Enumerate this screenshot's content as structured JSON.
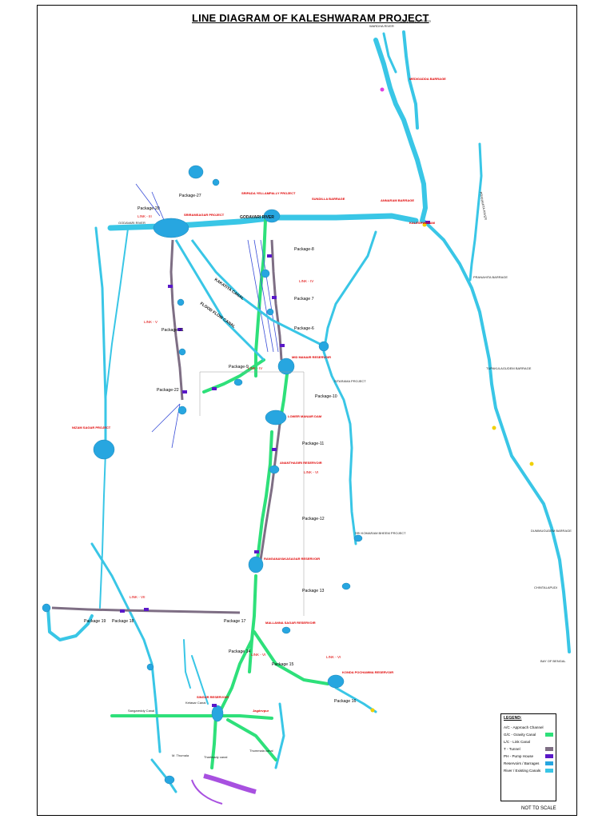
{
  "title": "LINE DIAGRAM OF KALESHWARAM PROJECT",
  "note": "NOT TO SCALE",
  "colors": {
    "river": "#39c6e6",
    "gravity_canal": "#2ee07a",
    "tunnel": "#7e6e84",
    "pump_house": "#5a18c8",
    "reservoir": "#27a6e0",
    "link_label": "#e00000"
  },
  "rivers": [
    {
      "label": "GODAVARI RIVER"
    },
    {
      "label": "WARDHA RIVER"
    },
    {
      "label": "WAIN GANGA RIVER"
    },
    {
      "label": "PRANAHITA RIVER"
    }
  ],
  "canals": [
    {
      "label": "KAKATIYA CANAL"
    },
    {
      "label": "FLOOD FLOW CANAL"
    },
    {
      "label": "Sangareddy Canal"
    },
    {
      "label": "Ketasar Canal"
    },
    {
      "label": "Jagdevpur"
    },
    {
      "label": "Tharkkady canal"
    },
    {
      "label": "Thummala canal"
    },
    {
      "label": "M. Thumala"
    }
  ],
  "packages": [
    {
      "label": "Package-20"
    },
    {
      "label": "Package-21"
    },
    {
      "label": "Package-22"
    },
    {
      "label": "Package-27"
    },
    {
      "label": "Package-8"
    },
    {
      "label": "Package 7"
    },
    {
      "label": "Package-6"
    },
    {
      "label": "Package-9"
    },
    {
      "label": "Package-10"
    },
    {
      "label": "Package-11"
    },
    {
      "label": "Package-12"
    },
    {
      "label": "Package 13"
    },
    {
      "label": "Package 14"
    },
    {
      "label": "Package 15"
    },
    {
      "label": "Package 16"
    },
    {
      "label": "Package 17"
    },
    {
      "label": "Package 18"
    },
    {
      "label": "Package 19"
    }
  ],
  "links": [
    {
      "label": "LINK - III"
    },
    {
      "label": "LINK - IV"
    },
    {
      "label": "LINK - IV"
    },
    {
      "label": "LINK - V"
    },
    {
      "label": "LINK - VI"
    },
    {
      "label": "LINK - VII"
    },
    {
      "label": "LINK - VI"
    },
    {
      "label": "LINK - VI"
    }
  ],
  "structures": [
    {
      "label": "MEDIGADDA BARRAGE"
    },
    {
      "label": "ANNARAM BARRAGE"
    },
    {
      "label": "SUNDILLA BARRAGE"
    },
    {
      "label": "SRIRAMSAGAR PROJECT"
    },
    {
      "label": "SRIPADA YELLAMPALLY PROJECT"
    },
    {
      "label": "MID MANAIR RESERVOIR"
    },
    {
      "label": "LOWER MANAIR DAM"
    },
    {
      "label": "ANANTHAGIRI RESERVOIR"
    },
    {
      "label": "RANGANAYAKASAGAR RESERVOIR"
    },
    {
      "label": "MALLANNA SAGAR RESERVOIR"
    },
    {
      "label": "KONDA POCHAMMA RESERVOIR"
    },
    {
      "label": "NIZAM SAGAR PROJECT"
    },
    {
      "label": "SINGUR RESERVOIR"
    },
    {
      "label": "KALESHWARAM"
    },
    {
      "label": "PRANAHITA BARRAGE"
    },
    {
      "label": "TUPAKULAGUDEM BARRAGE"
    },
    {
      "label": "DUMMUGUDEM BARRAGE"
    },
    {
      "label": "CHINTALAPUDI"
    },
    {
      "label": "SRI KOMARAM BHEEM PROJECT"
    },
    {
      "label": "SITARAMA PROJECT"
    }
  ],
  "legend": {
    "title": "LEGEND:",
    "items": [
      {
        "code": "A/C",
        "label": "Approach Channel"
      },
      {
        "code": "G/C",
        "label": "Gravity Canal"
      },
      {
        "code": "L/C",
        "label": "Link Canal"
      },
      {
        "code": "T",
        "label": "Tunnel"
      },
      {
        "code": "PH",
        "label": "Pump House"
      },
      {
        "code": "",
        "label": "Reservoirs / Barrages"
      },
      {
        "code": "",
        "label": "River / Existing Canals"
      }
    ]
  },
  "other_labels": [
    {
      "label": "BAY OF BENGAL"
    },
    {
      "label": "GODAVARI RIVER"
    },
    {
      "label": "Sangareddy Canal"
    }
  ]
}
